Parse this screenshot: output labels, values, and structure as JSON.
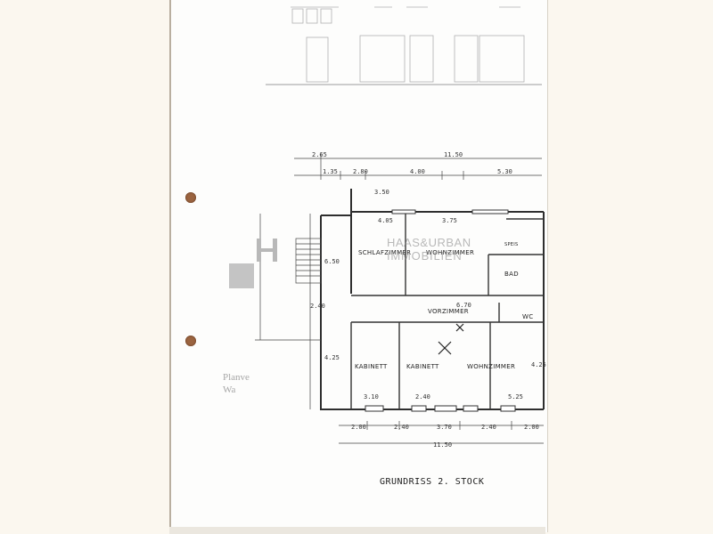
{
  "caption": "GRUNDRISS 2. STOCK",
  "watermark": {
    "logo_glyph": "H",
    "line1": "HAAS&URBAN",
    "line2": "IMMOBILIEN"
  },
  "faded_labels": {
    "left1": "Planve",
    "left2": "Wa"
  },
  "rooms": {
    "schlafzimmer": "SCHLAFZIMMER",
    "wohnzimmer_top": "WOHNZIMMER",
    "bad": "BAD",
    "vorzimmer": "VORZIMMER",
    "kabinett1": "KABINETT",
    "kabinett2": "KABINETT",
    "wohnzimmer": "WOHNZIMMER",
    "wc": "WC",
    "speis": "SPEIS"
  },
  "dimensions": {
    "top_total": "11.50",
    "top_left": "2.65",
    "top_a": "1.35",
    "top_b": "2.80",
    "top_c": "4.00",
    "top_d": "5.30",
    "inner_a": "3.50",
    "inner_b": "4.05",
    "inner_c": "3.75",
    "bottom_a": "2.00",
    "bottom_b": "2.40",
    "bottom_c": "3.70",
    "bottom_d": "2.40",
    "bottom_e": "2.00",
    "bottom_total": "11.50",
    "mid_a": "3.10",
    "mid_b": "2.40",
    "mid_c": "5.25",
    "vorzimmer_w": "6.70",
    "left_a": "2.40",
    "left_b": "6.50",
    "left_c": "4.25",
    "right_a": "4.25"
  },
  "colors": {
    "paper": "#fdfdfc",
    "line": "#3a3a3a",
    "faint_line": "#b8b8b8",
    "punch_hole": "#9b6440"
  }
}
